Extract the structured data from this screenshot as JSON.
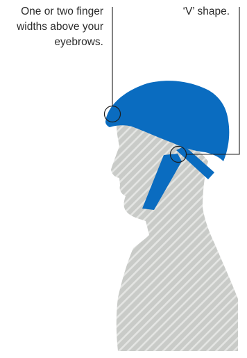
{
  "annotations": {
    "eyebrows": "One or two finger\nwidths above your\neyebrows.",
    "v_shape": "‘V’ shape."
  },
  "colors": {
    "helmet": "#0a6cc0",
    "silhouette": "#c9cbc8",
    "silhouette_stripe": "#e4e5e3",
    "callout_line": "#1c1c1c",
    "text": "#2b2b2b"
  },
  "icons": {
    "figure": "head-profile-silhouette",
    "helmet": "bike-helmet",
    "markers": "callout-circle"
  }
}
